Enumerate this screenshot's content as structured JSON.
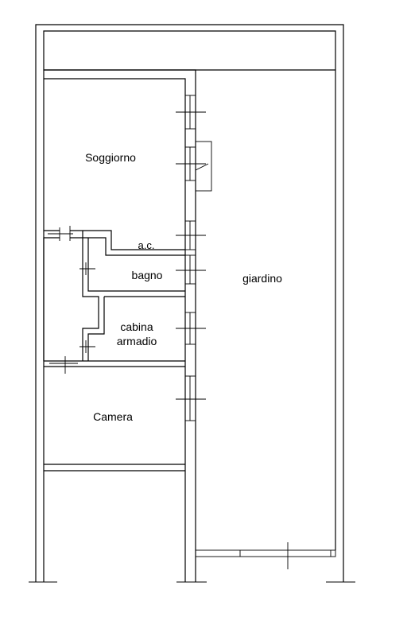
{
  "rooms": {
    "soggiorno": "Soggiorno",
    "ac": "a.c.",
    "bagno": "bagno",
    "cabina_line1": "cabina",
    "cabina_line2": "armadio",
    "camera": "Camera",
    "giardino": "giardino"
  }
}
